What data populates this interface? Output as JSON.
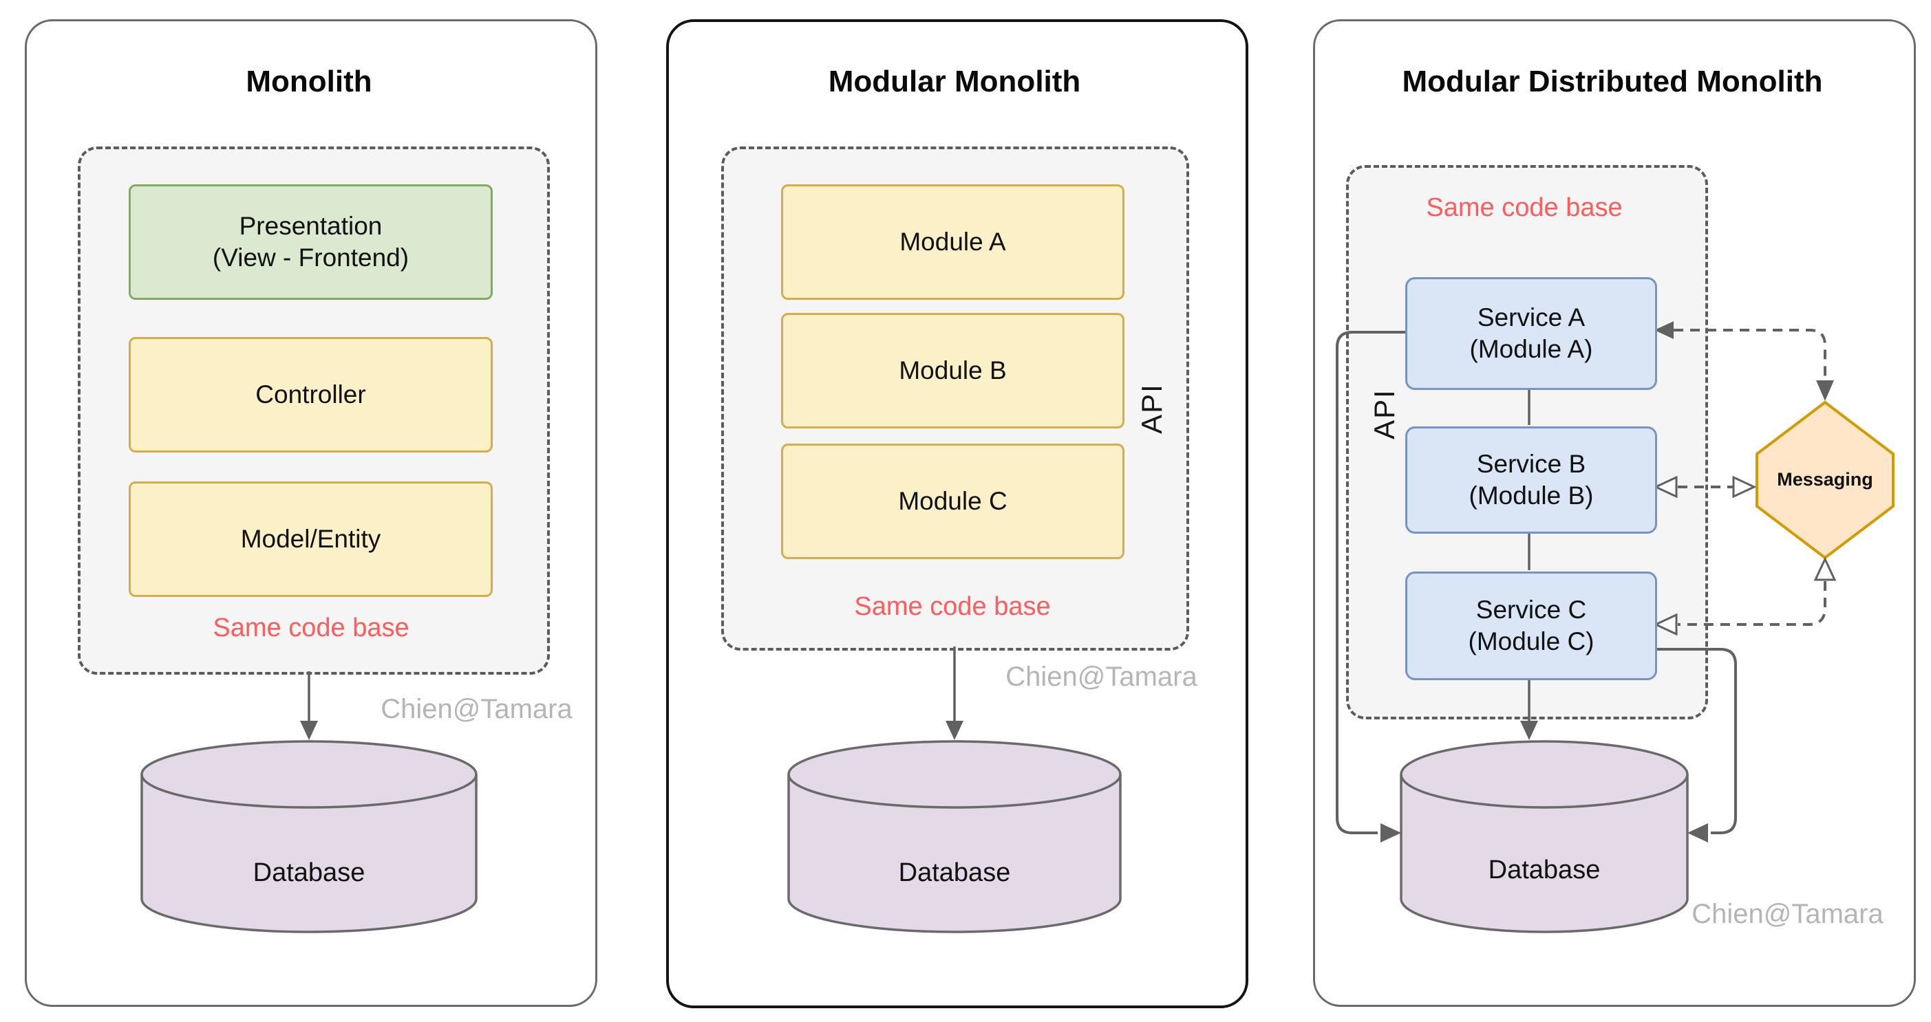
{
  "colors": {
    "panel_border_gray": "#6B6B6B",
    "panel_border_black": "#141414",
    "dashed_container_fill": "#F5F5F5",
    "dashed_container_border": "#5C5C5C",
    "green_fill": "#DBE9D0",
    "green_stroke": "#81AC5F",
    "yellow_fill": "#FCF0C8",
    "yellow_stroke": "#D3AE4B",
    "blue_fill": "#DAE5F6",
    "blue_stroke": "#7593C5",
    "purple_fill": "#E3D9E7",
    "orange_fill": "#FFE6C9",
    "orange_stroke": "#D29B00",
    "red_note_text": "#FF5C5C",
    "watermark_text": "#B5B5B5",
    "connector_gray": "#616161"
  },
  "p1": {
    "title": "Monolith",
    "presentation_line1": "Presentation",
    "presentation_line2": "(View - Frontend)",
    "controller": "Controller",
    "model": "Model/Entity",
    "note": "Same code base",
    "watermark": "Chien@Tamara",
    "db": "Database"
  },
  "p2": {
    "title": "Modular Monolith",
    "module_a": "Module A",
    "module_b": "Module B",
    "module_c": "Module C",
    "api": "API",
    "note": "Same code base",
    "watermark": "Chien@Tamara",
    "db": "Database"
  },
  "p3": {
    "title": "Modular Distributed Monolith",
    "note": "Same code base",
    "api": "API",
    "service_a_line1": "Service A",
    "service_a_line2": "(Module A)",
    "service_b_line1": "Service B",
    "service_b_line2": "(Module B)",
    "service_c_line1": "Service C",
    "service_c_line2": "(Module C)",
    "messaging": "Messaging",
    "watermark": "Chien@Tamara",
    "db": "Database"
  }
}
